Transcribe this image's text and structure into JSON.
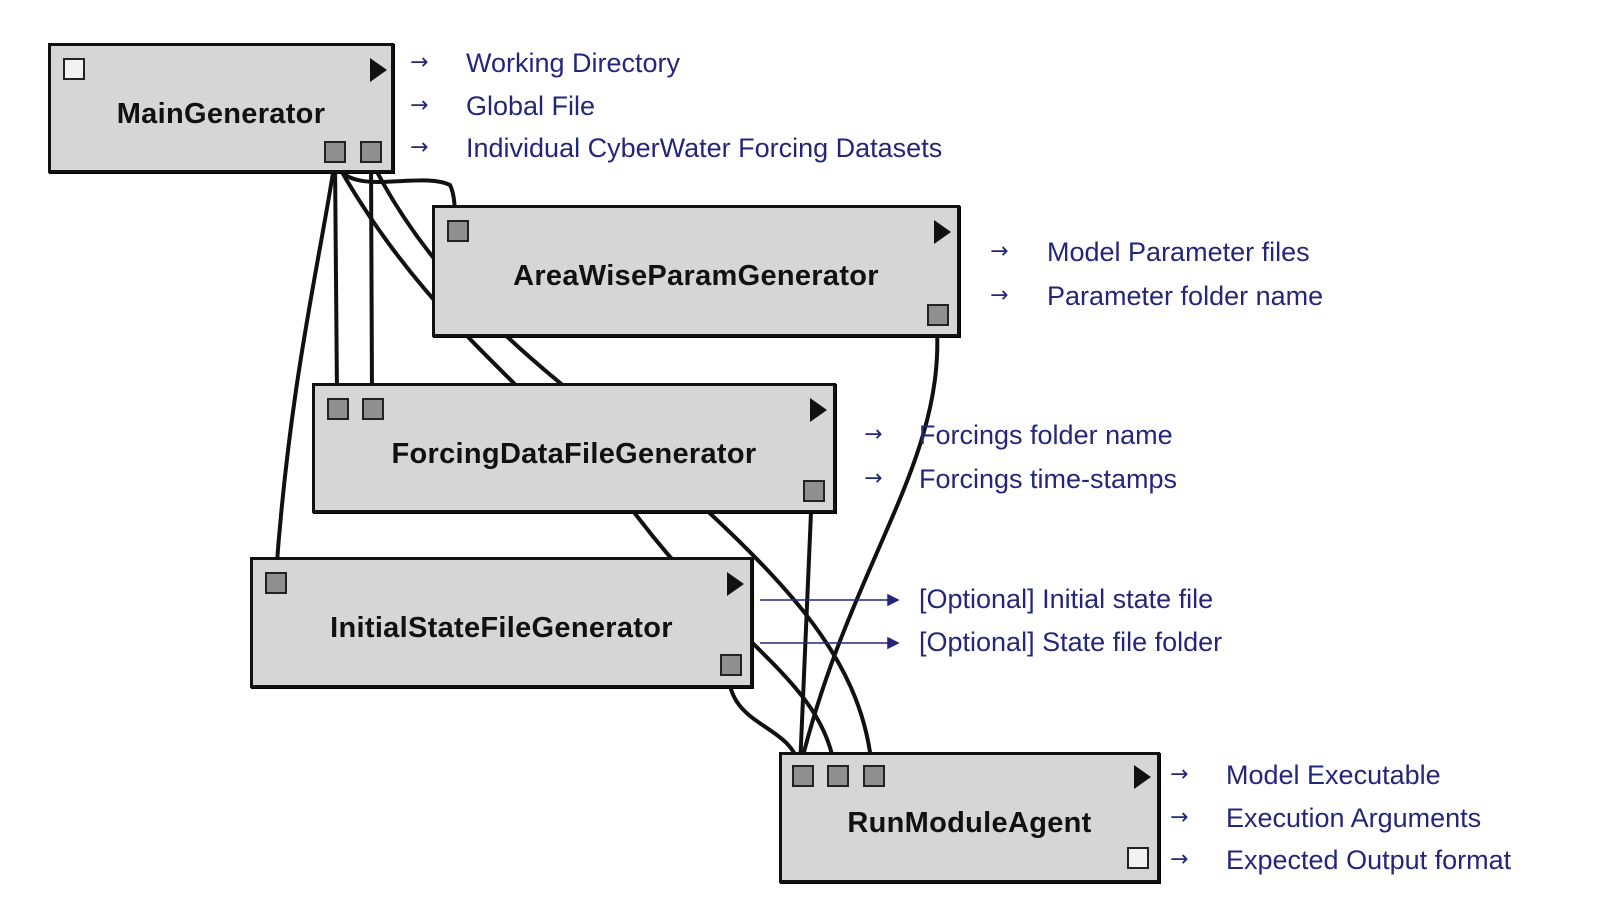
{
  "nodes": {
    "main_generator": {
      "title": "MainGenerator"
    },
    "area_wise_param_generator": {
      "title": "AreaWiseParamGenerator"
    },
    "forcing_data_file_generator": {
      "title": "ForcingDataFileGenerator"
    },
    "initial_state_file_generator": {
      "title": "InitialStateFileGenerator"
    },
    "run_module_agent": {
      "title": "RunModuleAgent"
    }
  },
  "outputs": {
    "main_generator": [
      "Working Directory",
      "Global File",
      "Individual CyberWater Forcing Datasets"
    ],
    "area_wise_param_generator": [
      "Model Parameter files",
      "Parameter folder name"
    ],
    "forcing_data_file_generator": [
      "Forcings folder name",
      "Forcings time-stamps"
    ],
    "initial_state_file_generator": [
      "[Optional] Initial state file",
      "[Optional] State file folder"
    ],
    "run_module_agent": [
      "Model Executable",
      "Execution Arguments",
      "Expected Output format"
    ]
  },
  "colors": {
    "node_fill": "#d6d6d6",
    "port_fill": "#8f8f8f",
    "label_text": "#25267a",
    "wire": "#111111"
  },
  "icons": {
    "run_arrow": "play-icon",
    "output_arrow": "right-arrow-icon"
  }
}
